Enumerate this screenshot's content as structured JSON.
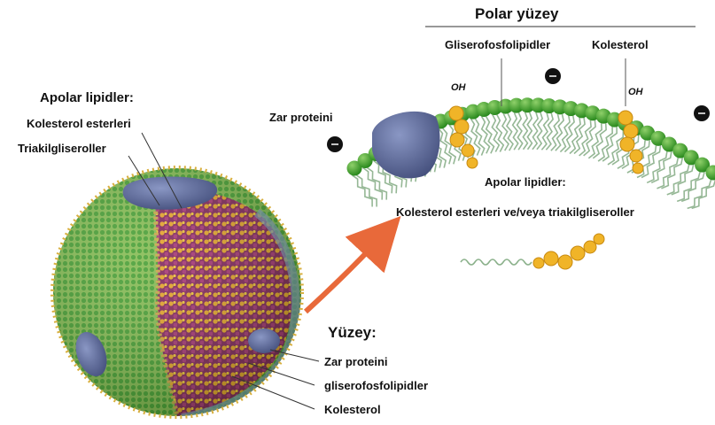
{
  "labels": {
    "polar_surface": "Polar yüzey",
    "glycerophospholipids_top": "Gliserofosfolipidler",
    "cholesterol_top": "Kolesterol",
    "membrane_protein_top": "Zar proteini",
    "oh_left": "OH",
    "oh_right": "OH",
    "apolar_lipids_right": "Apolar lipidler:",
    "cholesteryl_or_tg": "Kolesterol esterleri ve/veya triakilgliseroller",
    "apolar_lipids_left": "Apolar lipidler:",
    "cholesteryl_esters": "Kolesterol esterleri",
    "triacylglycerols": "Triakilgliseroller",
    "surface": "Yüzey:",
    "membrane_protein_bottom": "Zar proteini",
    "glycerophospholipids_bottom": "gliserofosfolipidler",
    "cholesterol_bottom": "Kolesterol"
  },
  "colors": {
    "phospholipid_head": "#3f9a2c",
    "cholesterol": "#f0b428",
    "protein": "#5f6f9c",
    "core": "#8a1f5c",
    "arrow": "#e8693a"
  }
}
